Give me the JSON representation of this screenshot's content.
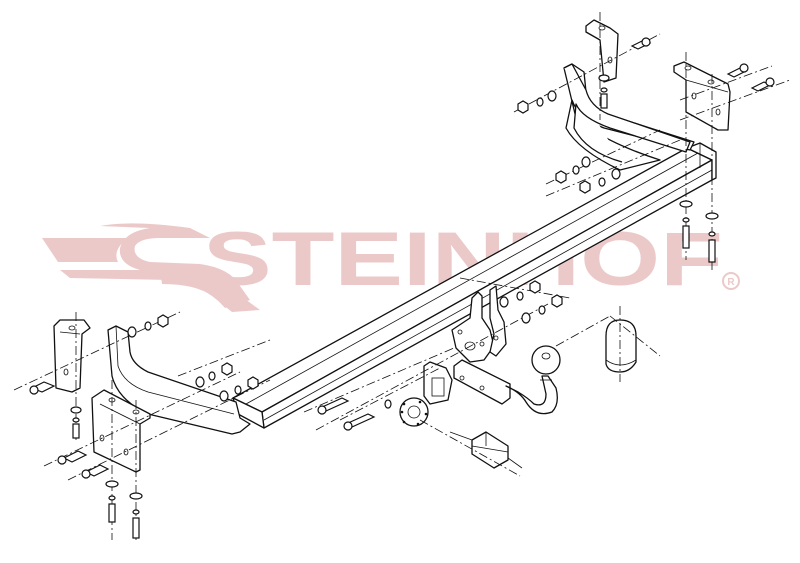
{
  "diagram": {
    "type": "exploded-assembly-drawing",
    "subject": "tow bar (towing hitch) with detachable ball, electrical socket and mounting brackets",
    "brand_watermark": {
      "text": "STEINHOF",
      "registered_mark": "®",
      "color": "#ecc9c9"
    },
    "line_color": "#111111",
    "background": "#ffffff",
    "bottom_left_watermark": "",
    "components": [
      {
        "id": "crossbar",
        "label": "main cross beam"
      },
      {
        "id": "left-arm",
        "label": "left side arm"
      },
      {
        "id": "right-arm",
        "label": "right side arm"
      },
      {
        "id": "left-bracket-small",
        "label": "left small L-bracket"
      },
      {
        "id": "left-bracket-large",
        "label": "left large bracket"
      },
      {
        "id": "right-bracket-top",
        "label": "right top L-bracket"
      },
      {
        "id": "right-bracket-rear",
        "label": "right rear bracket"
      },
      {
        "id": "center-mount",
        "label": "ball mount receiver plates"
      },
      {
        "id": "tow-ball",
        "label": "detachable tow ball neck"
      },
      {
        "id": "ball-cap",
        "label": "tow ball cover cap"
      },
      {
        "id": "socket-plate",
        "label": "electrical socket mounting plate"
      },
      {
        "id": "socket",
        "label": "7-pin electrical socket"
      },
      {
        "id": "connector",
        "label": "cable connector"
      },
      {
        "id": "bolts",
        "label": "bolts, washers and nuts"
      }
    ]
  }
}
